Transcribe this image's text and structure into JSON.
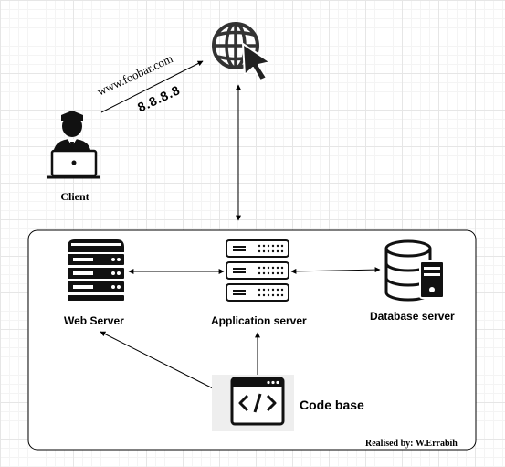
{
  "nodes": {
    "client": "Client",
    "web_server": "Web Server",
    "application_server": "Application server",
    "database_server": "Database server",
    "code_base": "Code base"
  },
  "dns": {
    "domain": "www.foobar.com",
    "ip": "8.8.8.8"
  },
  "credit": "Realised by: W.Errabih"
}
